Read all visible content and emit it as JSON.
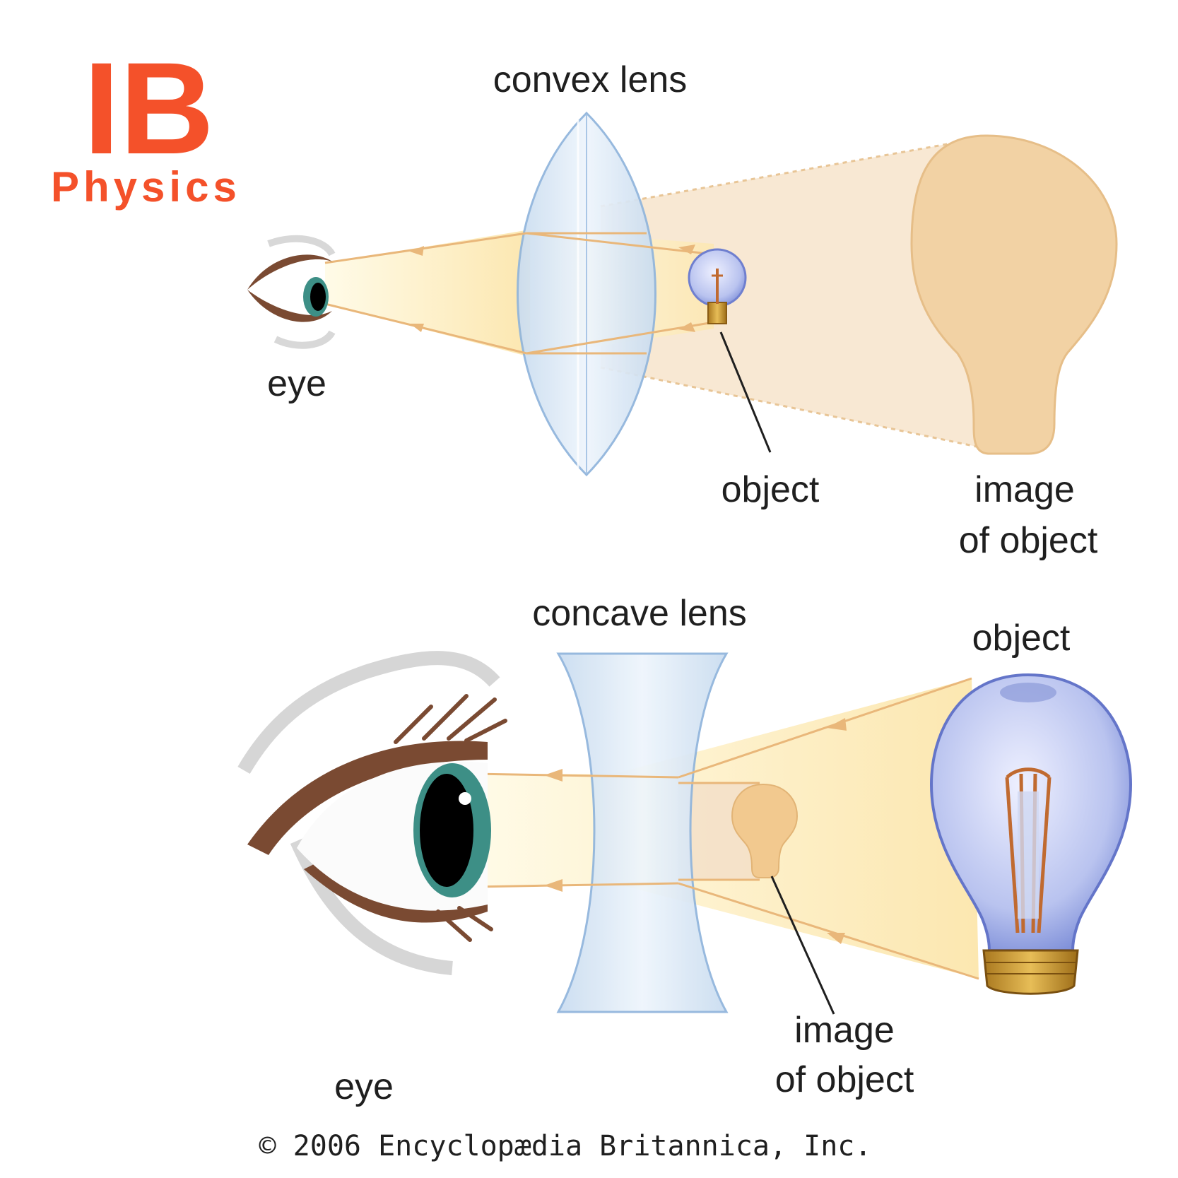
{
  "logo": {
    "title": "IB",
    "subtitle": "Physics",
    "color": "#f4512a"
  },
  "top_diagram": {
    "lens_label": "convex lens",
    "eye_label": "eye",
    "object_label": "object",
    "image_label_line1": "image",
    "image_label_line2": "of object"
  },
  "bottom_diagram": {
    "lens_label": "concave lens",
    "object_label": "object",
    "eye_label": "eye",
    "image_label_line1": "image",
    "image_label_line2": "of object"
  },
  "copyright": "© 2006 Encyclopædia Britannica, Inc.",
  "colors": {
    "lens_fill": "#dbe9f6",
    "lens_stroke": "#8fb4dc",
    "ray": "#e9b77a",
    "light_cone": "#fdf0c4",
    "image_fill": "#f3d4a5",
    "iris": "#3d8f86",
    "lash": "#7a4a32"
  }
}
